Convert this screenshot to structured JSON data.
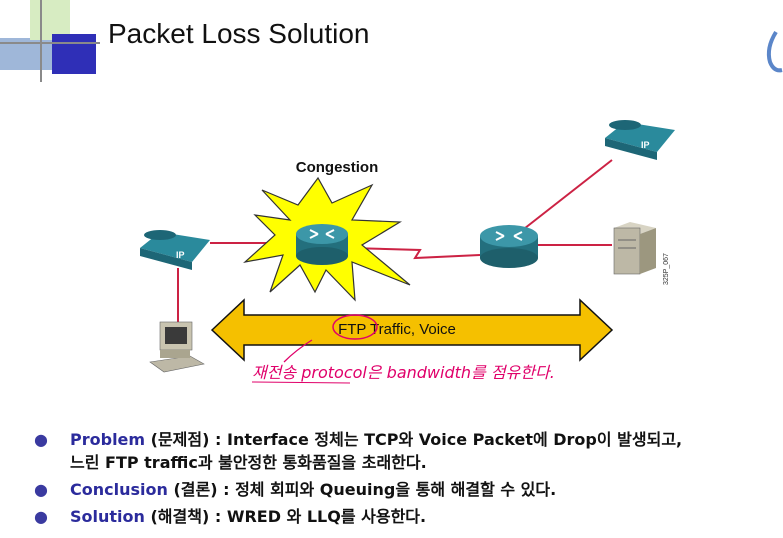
{
  "slide": {
    "title": "Packet Loss Solution"
  },
  "diagram": {
    "congestion_label": "Congestion",
    "arrow_label": "FTP Traffic, Voice",
    "handwritten_note": "재전송 protocol은 bandwidth를 점유한다.",
    "phone_ip_label": "IP",
    "side_code": "325P_067",
    "colors": {
      "link": "#cc2244",
      "arrow_fill": "#f5c000",
      "starburst": "#ffff00",
      "router": "#2a7f8f",
      "handwriting": "#e0006a"
    }
  },
  "bullets": [
    {
      "term": "Problem",
      "korean": " (문제점) : ",
      "line1": "Interface 정체는 TCP와 Voice Packet에 Drop이 발생되고,",
      "line2": "느린 FTP traffic과 불안정한 통화품질을 초래한다."
    },
    {
      "term": "Conclusion",
      "korean": " (결론) : ",
      "line1": "정체 회피와 Queuing을 통해 해결할 수 있다.",
      "line2": ""
    },
    {
      "term": "Solution",
      "korean": " (해결책) : ",
      "line1": "WRED 와 LLQ를 사용한다.",
      "line2": ""
    }
  ]
}
